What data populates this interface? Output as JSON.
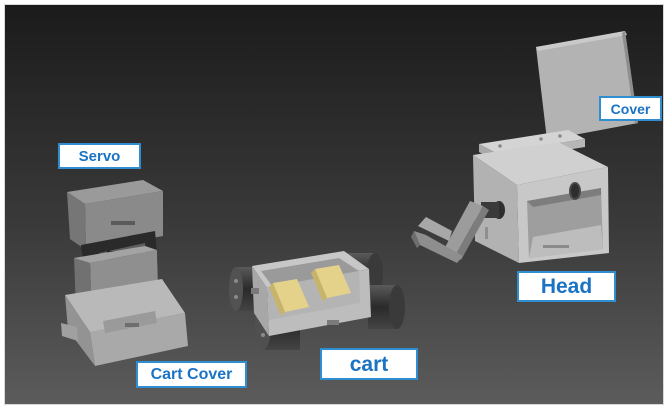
{
  "labels": {
    "servo": "Servo",
    "cart_cover": "Cart Cover",
    "cart": "cart",
    "head": "Head",
    "cover": "Cover"
  },
  "colors": {
    "background_top": "#1b1b1b",
    "background_bottom": "#5a5a5a",
    "part_grey": "#bdbdbd",
    "cart_brass": "#e4d28a",
    "roller_dark": "#3c3c3c",
    "callout_border": "#2f8ed0",
    "callout_text": "#1b73c4"
  }
}
